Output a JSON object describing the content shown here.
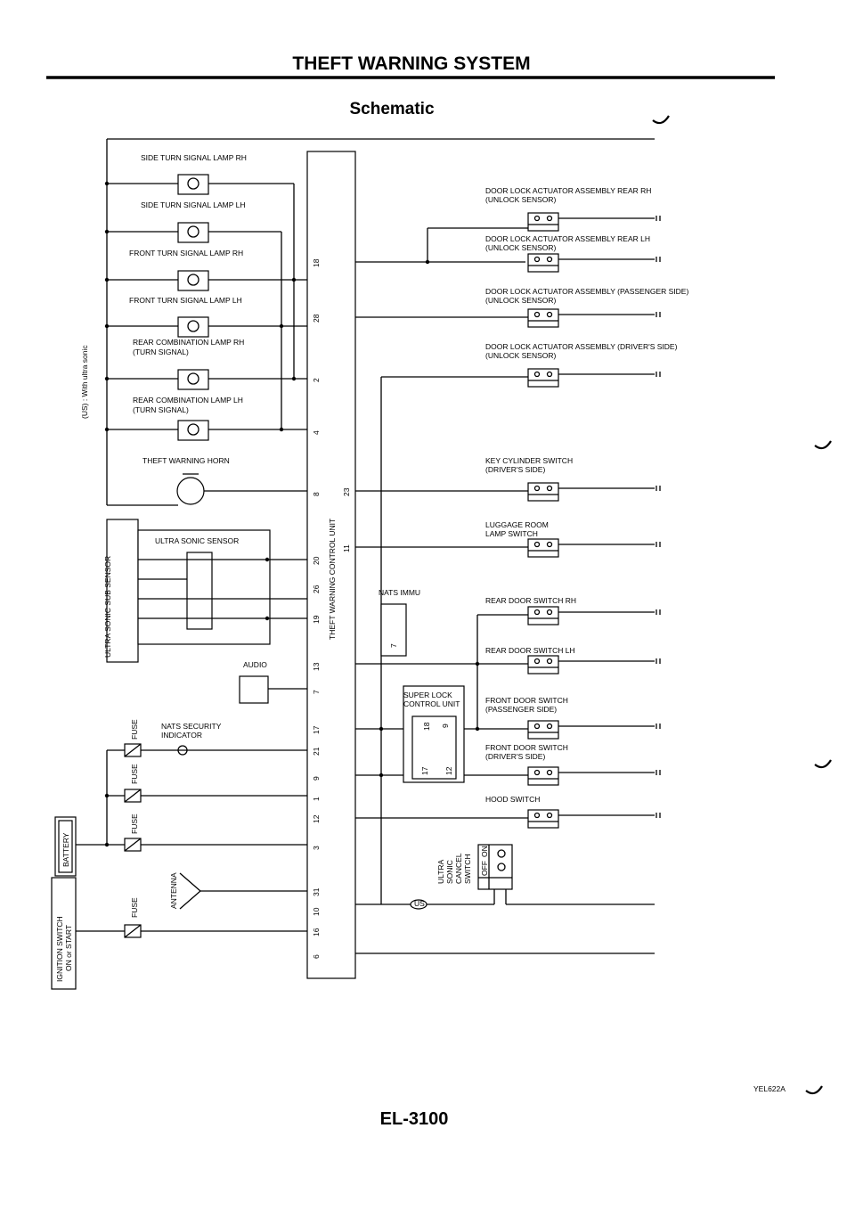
{
  "page": {
    "title": "THEFT WARNING SYSTEM",
    "subtitle": "Schematic",
    "page_number": "EL-3100",
    "figure_code": "YEL622A",
    "us_note": "(US) : With ultra sonic"
  },
  "control_unit": {
    "label": "THEFT WARNING CONTROL UNIT",
    "left_pins": [
      "18",
      "28",
      "2",
      "4",
      "8",
      "20",
      "26",
      "19",
      "13",
      "7",
      "17",
      "21",
      "9",
      "1",
      "12",
      "3",
      "31",
      "10",
      "16",
      "6"
    ],
    "right_pins": [
      "23",
      "11"
    ]
  },
  "left_components": {
    "side_turn_rh": "SIDE TURN SIGNAL LAMP RH",
    "side_turn_lh": "SIDE TURN SIGNAL LAMP LH",
    "front_turn_rh": "FRONT TURN SIGNAL LAMP RH",
    "front_turn_lh": "FRONT TURN SIGNAL LAMP LH",
    "rear_combo_rh_1": "REAR COMBINATION LAMP RH",
    "rear_combo_rh_2": "(TURN SIGNAL)",
    "rear_combo_lh_1": "REAR COMBINATION LAMP LH",
    "rear_combo_lh_2": "(TURN SIGNAL)",
    "horn": "THEFT WARNING HORN",
    "ultra_sonic_sensor": "ULTRA SONIC SENSOR",
    "ultra_sonic_sub_sensor": "ULTRA SONIC SUB SENSOR",
    "audio": "AUDIO",
    "nats_indicator_1": "NATS SECURITY",
    "nats_indicator_2": "INDICATOR",
    "fuse": "FUSE",
    "antenna": "ANTENNA",
    "battery": "BATTERY",
    "ignition_1": "IGNITION SWITCH",
    "ignition_2": "ON or START"
  },
  "right_components": {
    "dl_rear_rh_1": "DOOR LOCK ACTUATOR ASSEMBLY REAR RH",
    "dl_rear_lh_1": "DOOR LOCK ACTUATOR ASSEMBLY REAR LH",
    "dl_pass_1": "DOOR LOCK ACTUATOR ASSEMBLY (PASSENGER SIDE)",
    "dl_driver_1": "DOOR LOCK ACTUATOR ASSEMBLY (DRIVER'S SIDE)",
    "unlock_sensor": "(UNLOCK SENSOR)",
    "key_cyl_1": "KEY CYLINDER SWITCH",
    "key_cyl_2": "(DRIVER'S SIDE)",
    "luggage_1": "LUGGAGE ROOM",
    "luggage_2": "LAMP SWITCH",
    "nats_immu": "NATS IMMU",
    "nats_immu_pin": "7",
    "rear_door_rh": "REAR DOOR SWITCH RH",
    "rear_door_lh": "REAR DOOR SWITCH LH",
    "super_lock_1": "SUPER LOCK",
    "super_lock_2": "CONTROL UNIT",
    "super_lock_pins": [
      "18",
      "9",
      "17",
      "12"
    ],
    "front_door_pass_1": "FRONT DOOR SWITCH",
    "front_door_pass_2": "(PASSENGER SIDE)",
    "front_door_drv_1": "FRONT DOOR SWITCH",
    "front_door_drv_2": "(DRIVER'S SIDE)",
    "hood": "HOOD SWITCH",
    "cancel_sw_1": "ULTRA",
    "cancel_sw_2": "SONIC",
    "cancel_sw_3": "CANCEL",
    "cancel_sw_4": "SWITCH",
    "off": "OFF",
    "on": "ON",
    "us_tag": "US"
  }
}
